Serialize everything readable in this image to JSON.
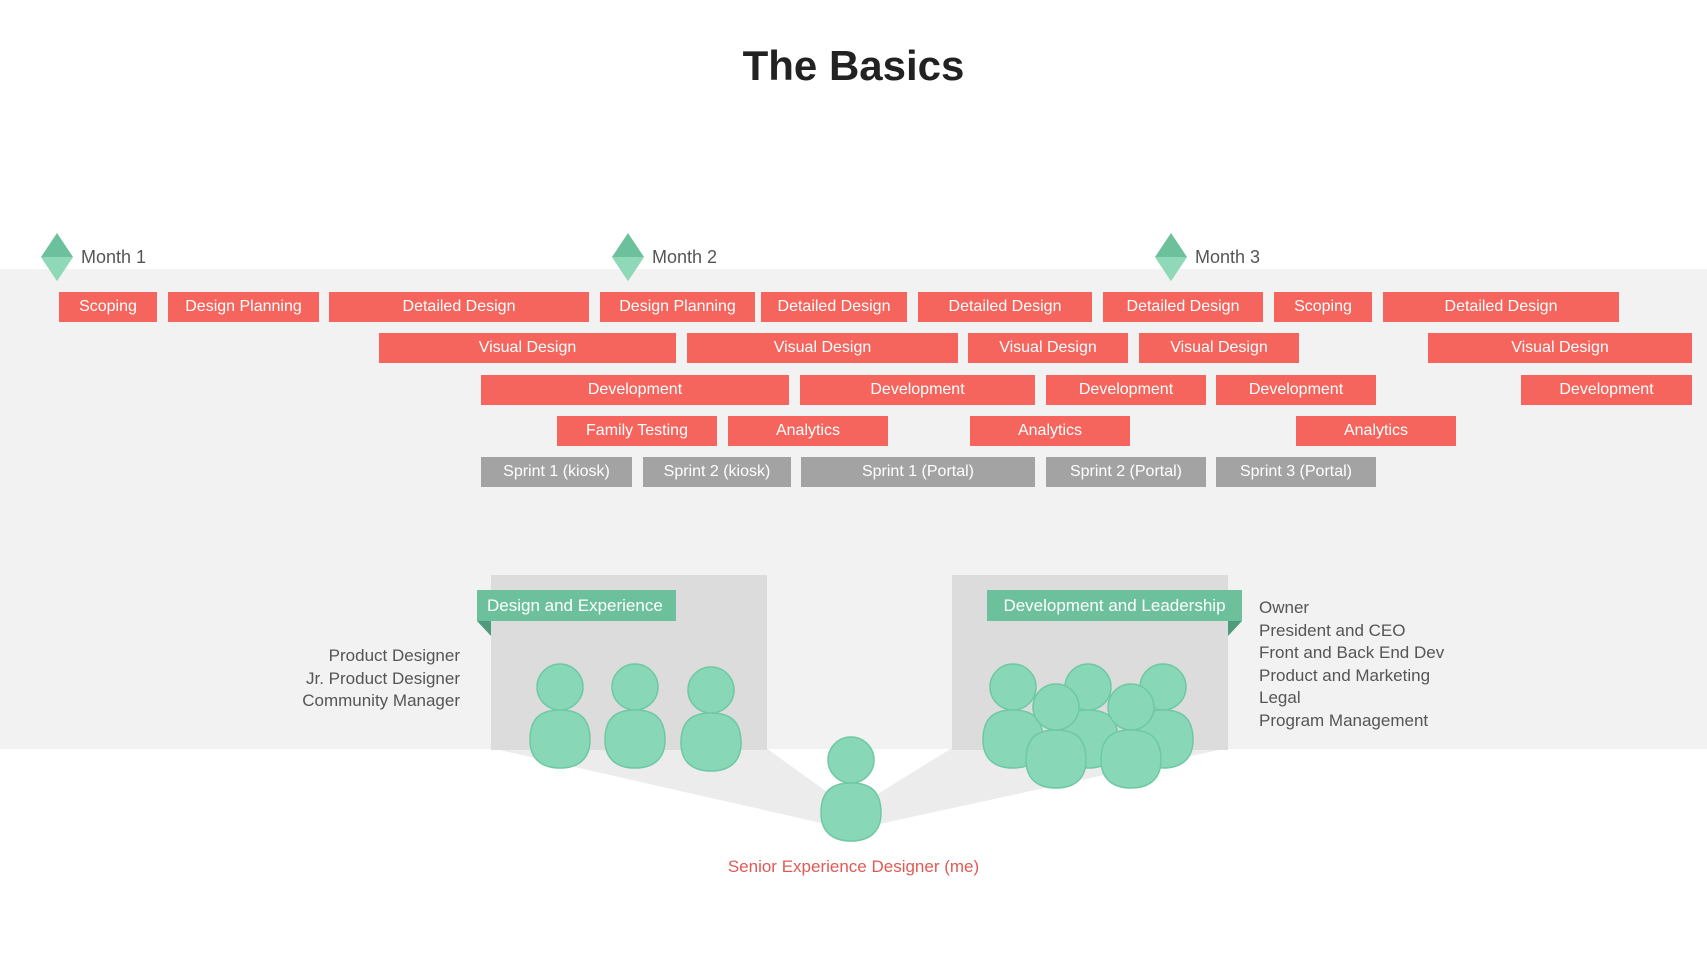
{
  "title": "The Basics",
  "colors": {
    "task": "#f5655d",
    "sprint": "#a3a3a3",
    "accent": "#6cc19c",
    "person": "#88d8b8",
    "band": "#f2f2f2",
    "box": "#dcdcdc",
    "me_label": "#e05a55"
  },
  "milestones": [
    {
      "label": "Month 1"
    },
    {
      "label": "Month 2"
    },
    {
      "label": "Month 3"
    }
  ],
  "rows": [
    [
      {
        "label": "Scoping"
      },
      {
        "label": "Design Planning"
      },
      {
        "label": "Detailed Design"
      },
      {
        "label": "Design Planning"
      },
      {
        "label": "Detailed Design"
      },
      {
        "label": "Detailed Design"
      },
      {
        "label": "Detailed Design"
      },
      {
        "label": "Scoping"
      },
      {
        "label": "Detailed Design"
      }
    ],
    [
      {
        "label": "Visual Design"
      },
      {
        "label": "Visual Design"
      },
      {
        "label": "Visual Design"
      },
      {
        "label": "Visual Design"
      },
      {
        "label": "Visual Design"
      }
    ],
    [
      {
        "label": "Development"
      },
      {
        "label": "Development"
      },
      {
        "label": "Development"
      },
      {
        "label": "Development"
      },
      {
        "label": "Development"
      }
    ],
    [
      {
        "label": "Family Testing"
      },
      {
        "label": "Analytics"
      },
      {
        "label": "Analytics"
      },
      {
        "label": "Analytics"
      }
    ],
    [
      {
        "label": "Sprint 1 (kiosk)"
      },
      {
        "label": "Sprint 2 (kiosk)"
      },
      {
        "label": "Sprint 1 (Portal)"
      },
      {
        "label": "Sprint 2 (Portal)"
      },
      {
        "label": "Sprint 3 (Portal)"
      }
    ]
  ],
  "teams": {
    "left": {
      "label": "Design and Experience",
      "roles": [
        "Product Designer",
        "Jr. Product Designer",
        "Community Manager"
      ]
    },
    "right": {
      "label": "Development and Leadership",
      "roles": [
        "Owner",
        "President and CEO",
        "Front and Back End Dev",
        "Product and Marketing",
        "Legal",
        "Program Management"
      ]
    }
  },
  "me": {
    "label": "Senior Experience Designer (me)"
  },
  "icons": {
    "milestone": "diamond-icon",
    "person": "person-icon"
  }
}
